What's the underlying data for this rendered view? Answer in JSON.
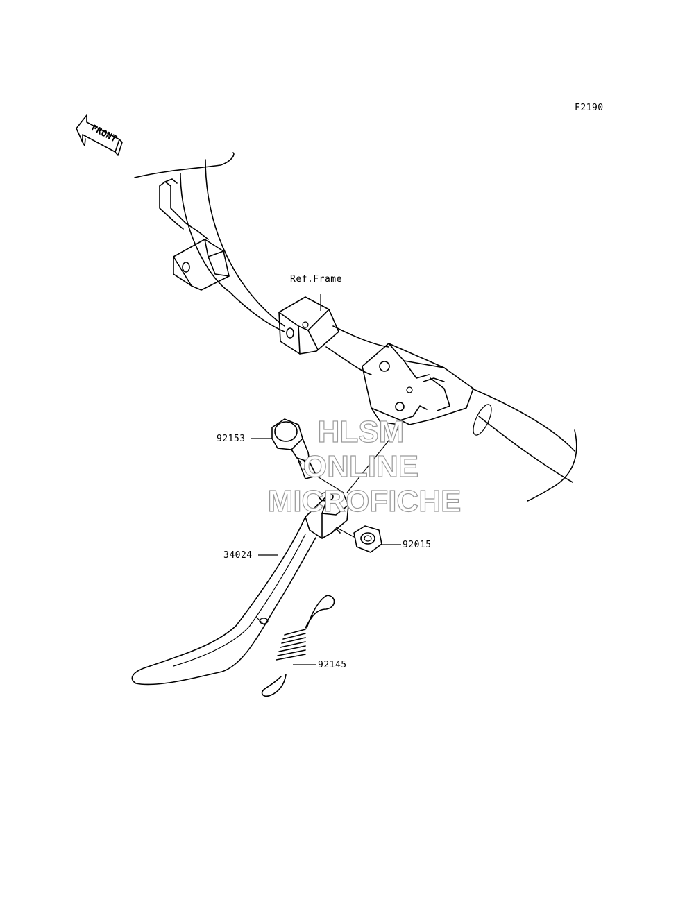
{
  "figure_code": "F2190",
  "front_label": "FRONT",
  "ref_label": "Ref.Frame",
  "parts": [
    {
      "id": "92153"
    },
    {
      "id": "34024"
    },
    {
      "id": "92015"
    },
    {
      "id": "92145"
    }
  ],
  "watermark": {
    "line1": "HLSM",
    "line2": "ONLINE",
    "line3": "MICROFICHE"
  }
}
